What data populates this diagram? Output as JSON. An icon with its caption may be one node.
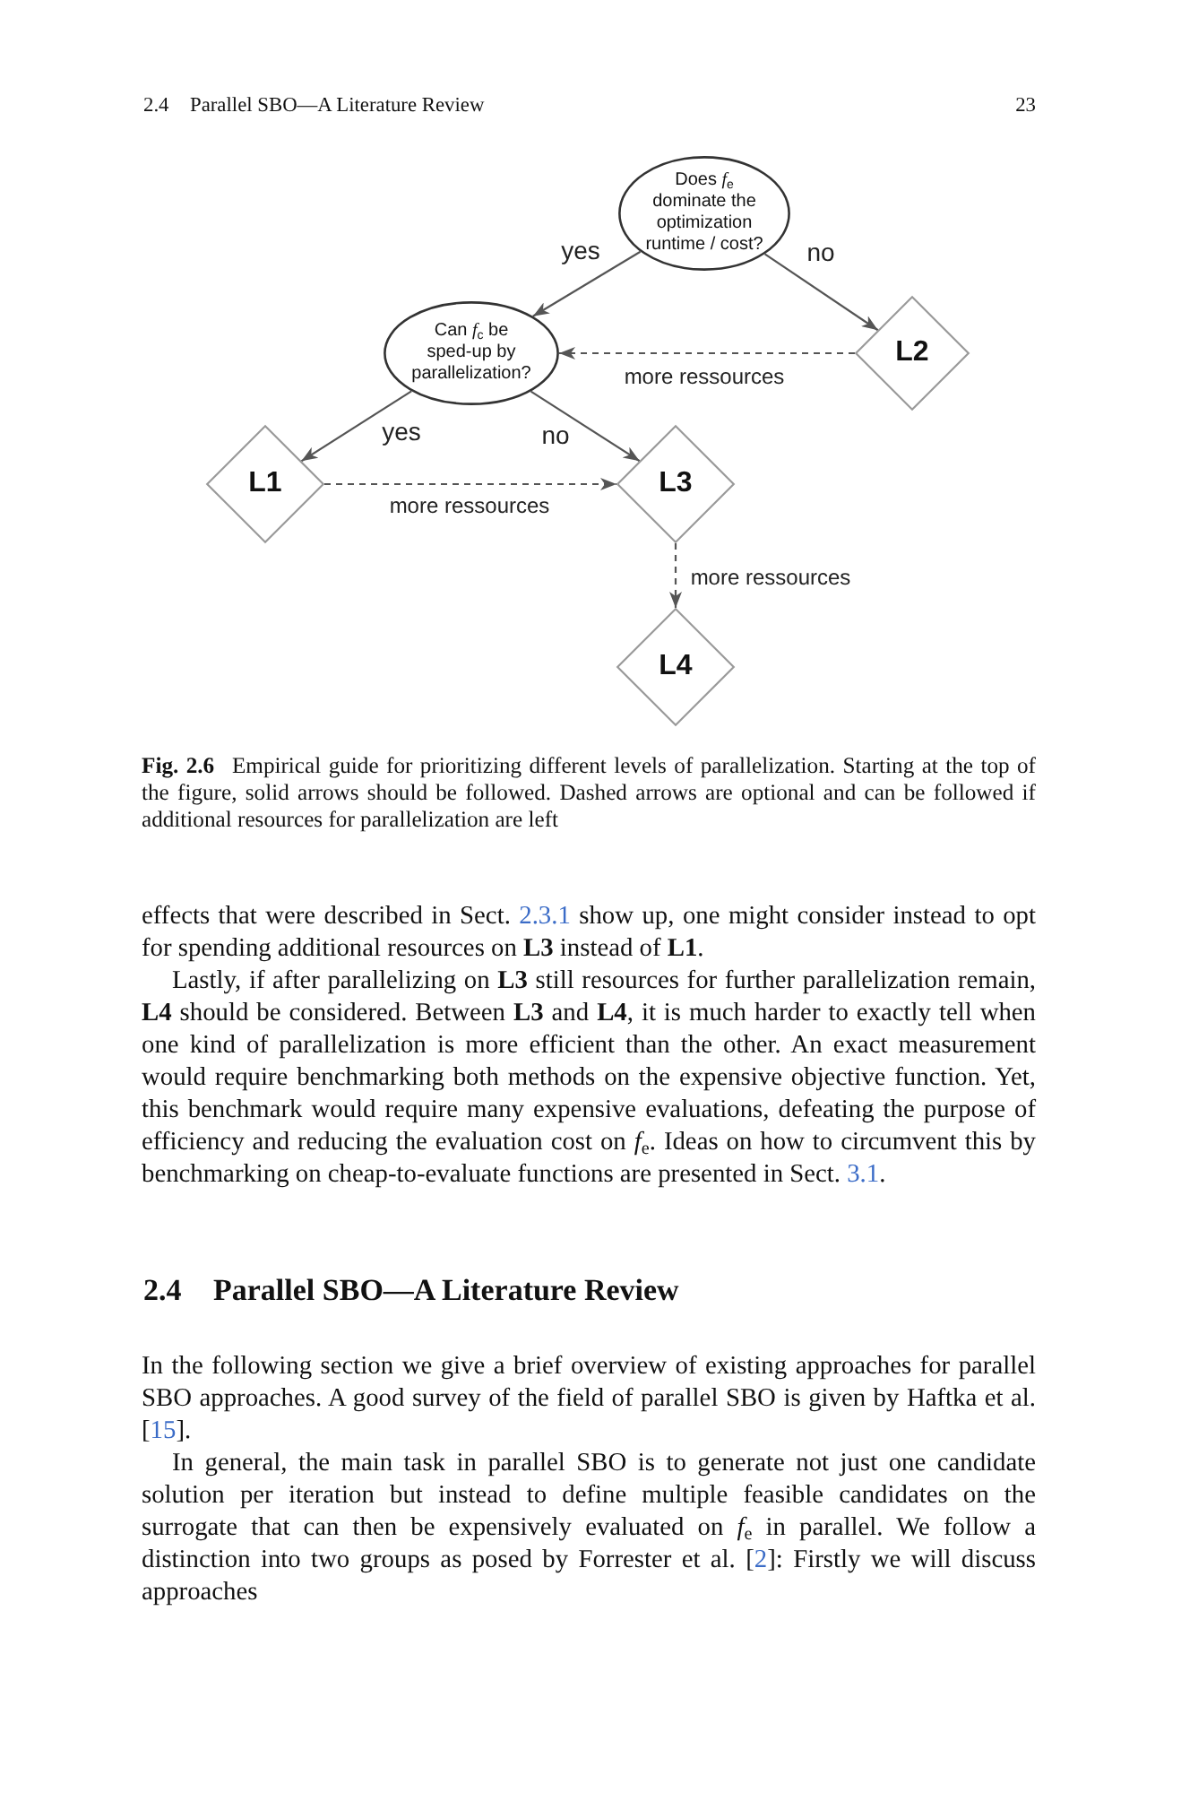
{
  "diagram": {
    "caption": "**Fig. 2.6** Empirical guide for prioritizing different levels of parallelization. Starting at the top of the figure, solid arrows should be followed. Dashed arrows are optional and can be followed if additional resources for parallelization are left",
    "nodes": [
      {
        "text": [
          "Does *f*$_{e}$ dominate the optimization runtime / cost?"
        ]
      },
      {
        "text": [
          "Can *f*$_{c}$ be sped-up by parallelization?"
        ]
      },
      {
        "text": [
          "L2"
        ]
      },
      {
        "text": [
          "L1"
        ]
      },
      {
        "text": [
          "L3"
        ]
      },
      {
        "text": [
          "L4"
        ]
      }
    ],
    "edges": [
      {
        "from": 0,
        "to": 1,
        "arrow": "to",
        "label": "yes"
      },
      {
        "from": 0,
        "to": 2,
        "arrow": "to",
        "label": "no"
      },
      {
        "from": 2,
        "to": 1,
        "arrow": "to",
        "label": "more ressources",
        "style": "dashed"
      },
      {
        "from": 1,
        "to": 3,
        "arrow": "to",
        "label": "yes"
      },
      {
        "from": 1,
        "to": 4,
        "arrow": "to",
        "label": "no"
      },
      {
        "from": 3,
        "to": 4,
        "arrow": "to",
        "label": "more ressources",
        "style": "dashed"
      },
      {
        "from": 4,
        "to": 5,
        "arrow": "to",
        "label": "more ressources",
        "style": "dashed"
      }
    ],
    "labels": [
      "2.4",
      "Parallel SBO—A Literature Review",
      "23",
      "effects that were described in Sect. 2.3.1 show up, one might consider instead to opt for spending additional resources on **L3** instead of **L1**.",
      "Lastly, if after parallelizing on **L3** still resources for further parallelization remain, **L4** should be considered. Between **L3** and **L4**, it is much harder to exactly tell when one kind of parallelization is more efficient than the other. An exact measurement would require benchmarking both methods on the expensive objective function. Yet, this benchmark would require many expensive evaluations, defeating the purpose of efficiency and reducing the evaluation cost on *f*$_{e}$. Ideas on how to circumvent this by benchmarking on cheap-to-evaluate functions are presented in Sect. 3.1.",
      "2.4",
      "Parallel SBO—A Literature Review",
      "In the following section we give a brief overview of existing approaches for parallel SBO approaches. A good survey of the field of parallel SBO is given by Haftka et al. [15].",
      "In general, the main task in parallel SBO is to generate not just one candidate solution per iteration but instead to define multiple feasible candidates on the surrogate that can then be expensively evaluated on *f*$_{e}$ in parallel. We follow a distinction into two groups as posed by Forrester et al. [2]: Firstly we will discuss approaches"
    ]
  }
}
